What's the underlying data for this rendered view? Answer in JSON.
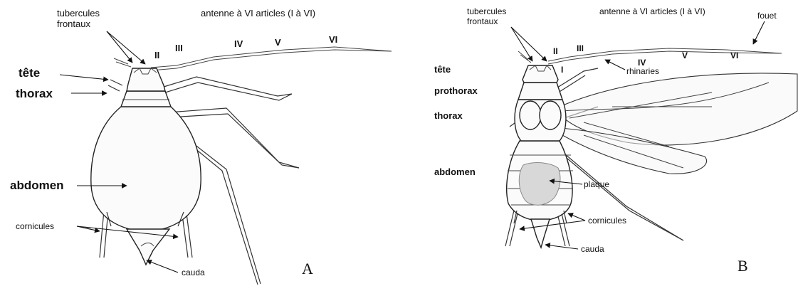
{
  "figure_a": {
    "letter": "A",
    "tubercules_line1": "tubercules",
    "tubercules_line2": "frontaux",
    "antenna_title": "antenne à VI articles (I à VI)",
    "roman_II": "II",
    "roman_III": "III",
    "roman_IV": "IV",
    "roman_V": "V",
    "roman_VI": "VI",
    "tete": "tête",
    "thorax": "thorax",
    "abdomen": "abdomen",
    "cornicules": "cornicules",
    "cauda": "cauda"
  },
  "figure_b": {
    "letter": "B",
    "tubercules_line1": "tubercules",
    "tubercules_line2": "frontaux",
    "antenna_title": "antenne à VI articles (I à VI)",
    "fouet": "fouet",
    "roman_I": "I",
    "roman_II": "II",
    "roman_III": "III",
    "roman_IV": "IV",
    "roman_V": "V",
    "roman_VI": "VI",
    "rhinaries": "rhinaries",
    "tete": "tête",
    "prothorax": "prothorax",
    "thorax": "thorax",
    "abdomen": "abdomen",
    "plaque": "plaque",
    "cornicules": "cornicules",
    "cauda": "cauda"
  }
}
